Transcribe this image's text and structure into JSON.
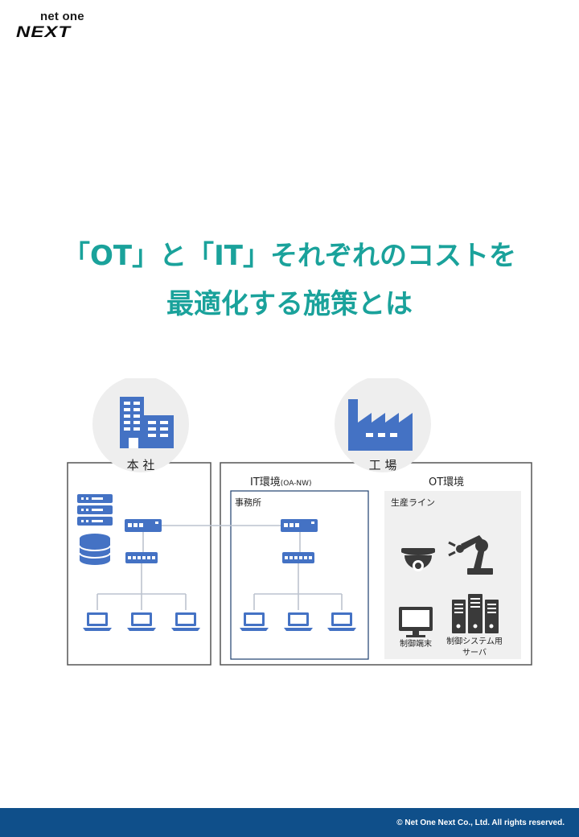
{
  "logo": {
    "line1": "net one",
    "line2": "NEXT"
  },
  "title": {
    "line1": "「OT」と「IT」それぞれのコストを",
    "line2": "最適化する施策とは"
  },
  "diagram": {
    "hq_label": "本 社",
    "factory_label": "工 場",
    "it_env_label": "IT環境",
    "it_env_sub": "(OA-NW)",
    "ot_env_label": "OT環境",
    "office_label": "事務所",
    "line_label": "生産ライン",
    "control_terminal_label": "制御端末",
    "control_server_label_1": "制御システム用",
    "control_server_label_2": "サーバ"
  },
  "colors": {
    "accent": "#1aa29b",
    "icon_blue": "#4472c4",
    "dark_gray": "#3a3a3a",
    "footer": "#0f4f8a"
  },
  "footer": {
    "copyright": "© Net One Next Co., Ltd.  All rights reserved."
  }
}
